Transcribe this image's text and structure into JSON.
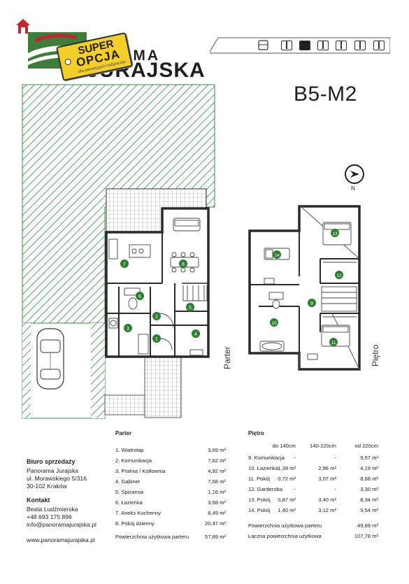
{
  "brand": {
    "word_top": "RAMA",
    "word_main": "JURAJSKA",
    "tag_line1": "SUPER",
    "tag_line2": "OPCJA",
    "tag_small": "dla pierwszych nabywców"
  },
  "unit_code": "B5-M2",
  "compass_label": "N",
  "floor_labels": {
    "ground": "Parter",
    "upper": "Piętro"
  },
  "room_markers": {
    "ground": [
      "1",
      "2",
      "3",
      "4",
      "5",
      "6",
      "7",
      "8"
    ],
    "upper": [
      "9",
      "10",
      "11",
      "12",
      "13",
      "14"
    ]
  },
  "sales_office": {
    "heading": "Biuro sprzedaży",
    "lines": [
      "Panorama Jurajska",
      "ul. Morawskiego 5/316",
      "30-102 Kraków"
    ],
    "contact_heading": "Kontakt",
    "contact_lines": [
      "Beata Ludźmierska",
      "+48 693 175 896",
      "info@panoramajurajska.pl"
    ],
    "website": "www.panoramajurajska.pl"
  },
  "parter_table": {
    "title": "Parter",
    "rows": [
      {
        "name": "1. Wiatrołap",
        "area": "3,69 m²"
      },
      {
        "name": "2. Komunikacja",
        "area": "7,62 m²"
      },
      {
        "name": "3. Pralnia / Kotłownia",
        "area": "4,92 m²"
      },
      {
        "name": "4. Gabinet",
        "area": "7,68 m²"
      },
      {
        "name": "5. Spiżarnia",
        "area": "1,16 m²"
      },
      {
        "name": "6. Łazienka",
        "area": "3,68 m²"
      },
      {
        "name": "7. Aneks Kuchenny",
        "area": "8,49 m²"
      },
      {
        "name": "8. Pokój dzienny",
        "area": "20,47 m²"
      }
    ],
    "total_label": "Powierzchnia użytkowa parteru",
    "total_value": "57,89 m²"
  },
  "pietro_table": {
    "title": "Piętro",
    "headers": [
      "do 140cm",
      "140-220cm",
      "od 220cm"
    ],
    "rows": [
      {
        "name": "9. Komunikacja",
        "c1": "-",
        "c2": "-",
        "c3": "9,57 m²"
      },
      {
        "name": "10. Łazienka",
        "c1": "1,39 m²",
        "c2": "2,96 m²",
        "c3": "4,19 m²"
      },
      {
        "name": "11. Pokój",
        "c1": "0,72 m²",
        "c2": "3,07 m²",
        "c3": "8,68 m²"
      },
      {
        "name": "12. Garderoba",
        "c1": "-",
        "c2": "-",
        "c3": "3,30 m²"
      },
      {
        "name": "13. Pokój",
        "c1": "0,87 m²",
        "c2": "3,40 m²",
        "c3": "8,34 m²"
      },
      {
        "name": "14. Pokój",
        "c1": "1,40 m²",
        "c2": "3,12 m²",
        "c3": "9,54 m²"
      }
    ],
    "total1_label": "Powierzchnia użytkowa parteru",
    "total1_value": "49,89 m²",
    "total2_label": "Łączna powierzchnia użytkowa",
    "total2_value": "107,78 m²"
  },
  "colors": {
    "garden_green": "#2e8b3f",
    "marker_green": "#2e7d32",
    "logo_green": "#3d7f3a",
    "logo_red": "#c4262e",
    "tag_yellow": "#f4cf2a",
    "wall": "#2a2a2a"
  }
}
